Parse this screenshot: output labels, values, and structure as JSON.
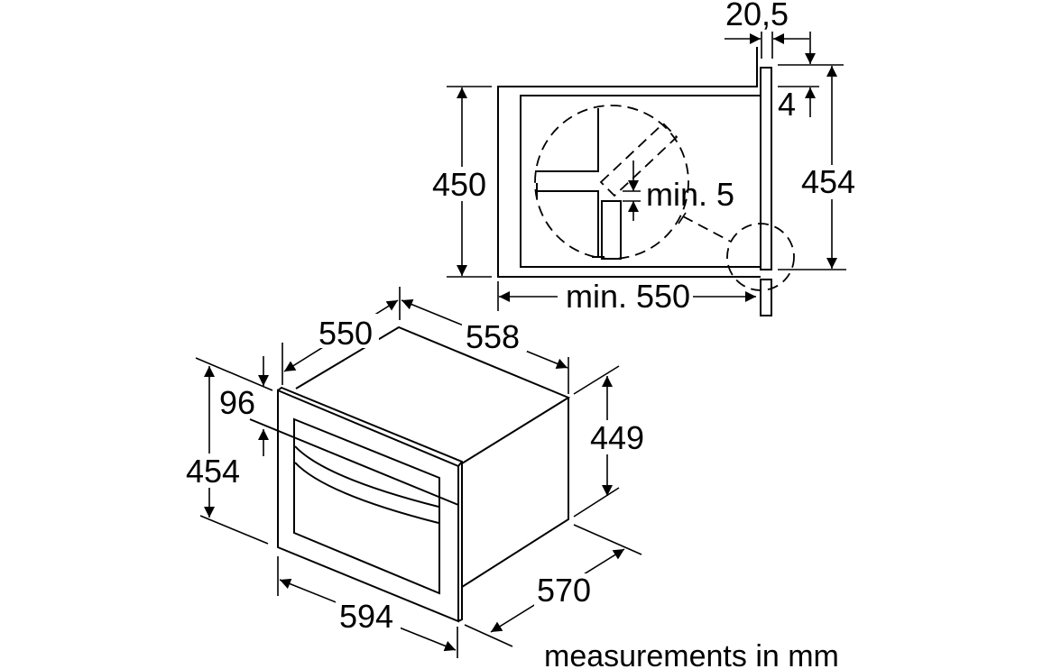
{
  "title": "Built-in oven installation dimensions",
  "niche_view": {
    "niche_height": "450",
    "niche_depth": "min. 550",
    "front_thickness": "20,5",
    "front_offset": "4",
    "front_height": "454",
    "gap": "min. 5"
  },
  "appliance_view": {
    "depth_body": "550",
    "width_body": "558",
    "height_body": "449",
    "depth_total": "570",
    "width_front": "594",
    "height_front": "454",
    "control_panel_height": "96"
  },
  "caption": "measurements in mm",
  "colors": {
    "line": "#000000",
    "background": "#ffffff"
  }
}
